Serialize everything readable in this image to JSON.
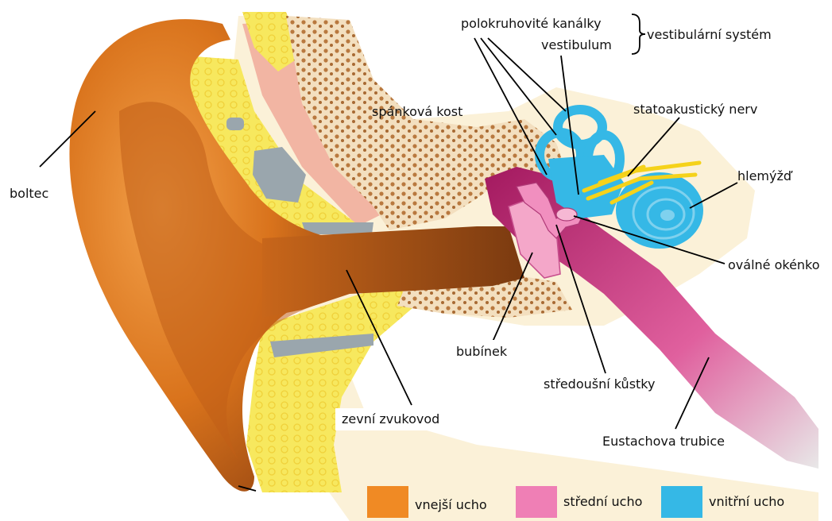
{
  "labels": {
    "semicircular": "polokruhovité kanálky",
    "vestibule": "vestibulum",
    "vestibular_system": "vestibulární systém",
    "temporal_bone": "spánková kost",
    "nerve": "statoakustický nerv",
    "pinna": "boltec",
    "cochlea": "hlemýžď",
    "oval_window": "oválné okénko",
    "eardrum": "bubínek",
    "ossicles": "středoušní kůstky",
    "ear_canal": "zevní zvukovod",
    "eustachian": "Eustachova trubice"
  },
  "legend": [
    {
      "label": "vnejší ucho",
      "color": "#f08a24"
    },
    {
      "label": "střední ucho",
      "color": "#ef7fb5"
    },
    {
      "label": "vnitřní ucho",
      "color": "#35b8e6"
    }
  ],
  "colors": {
    "outer_ear": "#d9731c",
    "outer_ear_dark": "#9c4a12",
    "middle_ear": "#ef7fb5",
    "middle_ear_dark": "#a3195f",
    "inner_ear": "#35b8e6",
    "bone": "#f3dfbf",
    "fat": "#f4e35a",
    "nerve": "#f5d21a"
  }
}
